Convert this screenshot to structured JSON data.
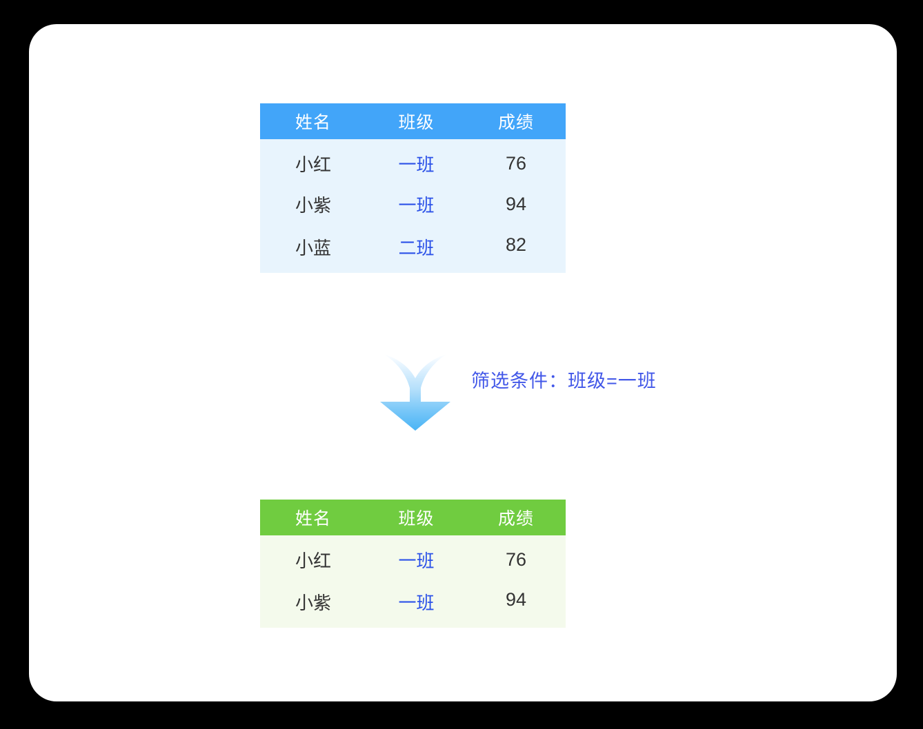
{
  "canvas": {
    "background_color": "#000000",
    "card_background_color": "#ffffff"
  },
  "colors": {
    "source_header_bg": "#42a5f9",
    "source_body_bg": "#e8f4fd",
    "result_header_bg": "#70cc40",
    "result_body_bg": "#f4faec",
    "class_text": "#2b51e8",
    "caption_text": "#4257e8",
    "arrow_top": "#eaf6ff",
    "arrow_bottom": "#5bbdf7"
  },
  "source_table": {
    "name": "source-data-table",
    "columns": [
      "姓名",
      "班级",
      "成绩"
    ],
    "rows": [
      {
        "name": "小红",
        "class": "一班",
        "score": "76"
      },
      {
        "name": "小紫",
        "class": "一班",
        "score": "94"
      },
      {
        "name": "小蓝",
        "class": "二班",
        "score": "82"
      }
    ]
  },
  "flow": {
    "arrow_icon": "arrow-down-icon",
    "caption": "筛选条件：班级=一班"
  },
  "result_table": {
    "name": "filtered-result-table",
    "columns": [
      "姓名",
      "班级",
      "成绩"
    ],
    "rows": [
      {
        "name": "小红",
        "class": "一班",
        "score": "76"
      },
      {
        "name": "小紫",
        "class": "一班",
        "score": "94"
      }
    ]
  }
}
